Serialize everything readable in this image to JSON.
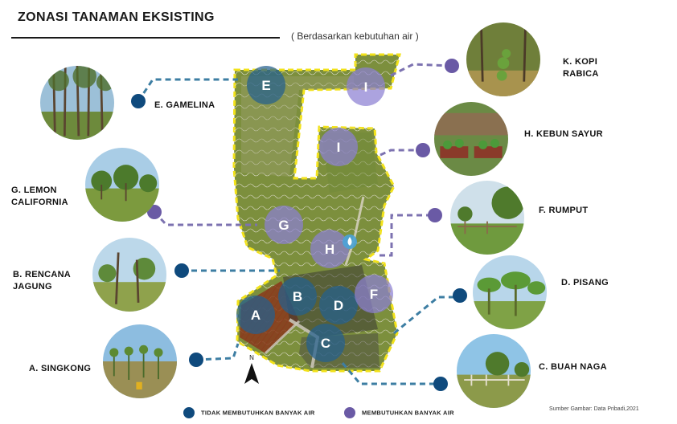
{
  "title": "ZONASI TANAMAN EKSISTING",
  "subtitle": "( Berdasarkan kebutuhan air )",
  "colors": {
    "low_water": "#0f4a7d",
    "high_water": "#6a5aa5",
    "line_low": "#3d7ea3",
    "line_high": "#7c72b0",
    "boundary": "#f2e21a"
  },
  "zones": [
    "E",
    "I",
    "I",
    "G",
    "H",
    "A",
    "B",
    "D",
    "F",
    "C"
  ],
  "photo_labels": {
    "e_gamelina": "E. GAMELINA",
    "g_lemon_line1": "G. LEMON",
    "g_lemon_line2": "CALIFORNIA",
    "b_rencana_line1": "B. RENCANA",
    "b_rencana_line2": "JAGUNG",
    "a_singkong": "A. SINGKONG",
    "k_kopi_line1": "K. KOPI",
    "k_kopi_line2": "RABICA",
    "h_kebun_sayur": "H. KEBUN SAYUR",
    "f_rumput": "F. RUMPUT",
    "d_pisang": "D. PISANG",
    "c_buah_naga": "C. BUAH NAGA"
  },
  "north": "N",
  "legend": {
    "low": "TIDAK MEMBUTUHKAN BANYAK AIR",
    "high": "MEMBUTUHKAN BANYAK AIR"
  },
  "source": "Sumber Gambar: Data Pribadi,2021"
}
